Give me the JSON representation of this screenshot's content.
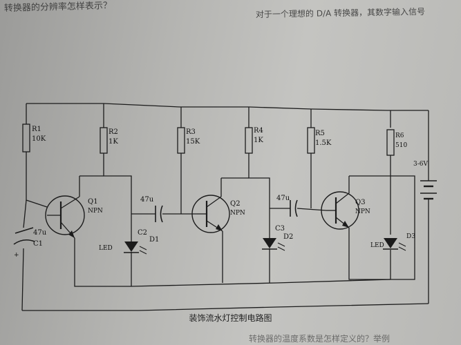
{
  "page_text": {
    "top_left": "转换器的分辨率怎样表示？",
    "top_right": "对于一个理想的 D/A 转换器，其数字输入信号",
    "bottom_right": "转换器的温度系数是怎样定义的？举例",
    "caption": "装饰流水灯控制电路图"
  },
  "components": {
    "r1": {
      "name": "R1",
      "value": "10K"
    },
    "r2": {
      "name": "R2",
      "value": "1K"
    },
    "r3": {
      "name": "R3",
      "value": "15K"
    },
    "r4": {
      "name": "R4",
      "value": "1K"
    },
    "r5": {
      "name": "R5",
      "value": "1.5K"
    },
    "r6": {
      "name": "R6",
      "value": "510"
    },
    "q1": {
      "name": "Q1",
      "type": "NPN"
    },
    "q2": {
      "name": "Q2",
      "type": "NPN"
    },
    "q3": {
      "name": "Q3",
      "type": "NPN"
    },
    "c1": {
      "name": "C1",
      "value": "47u"
    },
    "c2": {
      "name": "C2",
      "value": "47u"
    },
    "c3": {
      "name": "C3",
      "value": "47u"
    },
    "d1": {
      "name": "D1",
      "type": "LED"
    },
    "d2": {
      "name": "D2"
    },
    "d3": {
      "name": "D3",
      "type": "LED"
    },
    "battery": {
      "value": "3-6V"
    }
  }
}
